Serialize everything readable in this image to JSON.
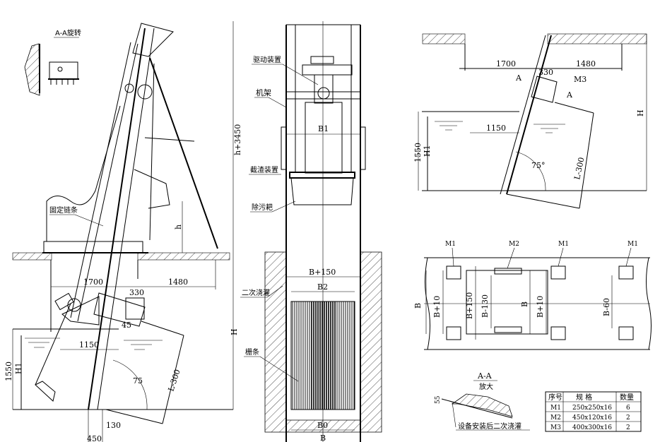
{
  "side_view": {
    "detail_title": "A-A旋转",
    "label_chain": "固定链条",
    "dims": {
      "h_total": "h+3450",
      "h": "h",
      "d1700": "1700",
      "d1480": "1480",
      "d330": "330",
      "d45": "45",
      "d1150": "1150",
      "d1550": "1550",
      "h1": "H1",
      "H": "H",
      "angle": "75",
      "L": "L-300",
      "d130": "130",
      "d450": "450"
    }
  },
  "front_view": {
    "labels": {
      "drive": "驱动装置",
      "frame": "机架",
      "discharge": "截渣装置",
      "rake": "除污耙",
      "grout": "二次浇灌",
      "bars": "栅条"
    },
    "dims": {
      "B1": "B1",
      "B150": "B+150",
      "B2": "B2",
      "B0": "B0",
      "B": "B"
    }
  },
  "install_view": {
    "dims": {
      "d1700": "1700",
      "d1480": "1480",
      "d330": "330",
      "M3": "M3",
      "A1": "A",
      "A2": "A",
      "d1150": "1150",
      "d1550": "1550",
      "H1": "H1",
      "H": "H",
      "angle": "75°",
      "L": "L-300"
    }
  },
  "plan_view": {
    "plates": [
      "M1",
      "M2",
      "M1",
      "M1"
    ],
    "dims": {
      "B": "B",
      "B10a": "B+10",
      "B150": "B+150",
      "B130": "B-130",
      "Bm": "B",
      "B10b": "B+10",
      "B60": "B-60"
    }
  },
  "detail_aa": {
    "title": "A-A",
    "subtitle": "放大",
    "dim": "55",
    "note": "设备安装后二次浇灌"
  },
  "parts_table": {
    "headers": [
      "序号",
      "规    格",
      "数量"
    ],
    "rows": [
      [
        "M1",
        "250x250x16",
        "6"
      ],
      [
        "M2",
        "450x120x16",
        "2"
      ],
      [
        "M3",
        "400x300x16",
        "2"
      ]
    ]
  }
}
